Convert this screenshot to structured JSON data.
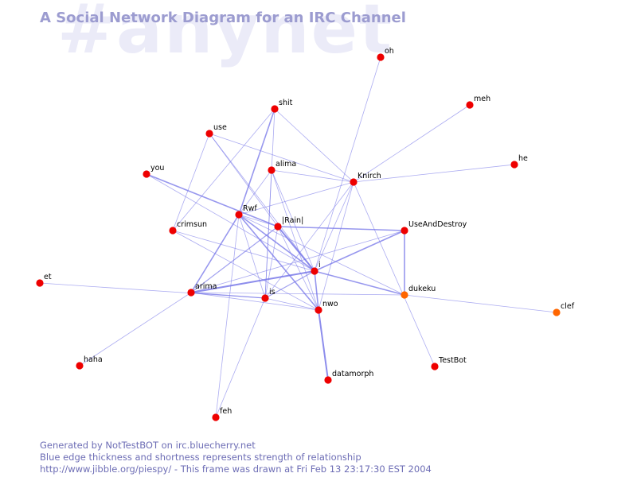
{
  "watermark": "#anynet",
  "title": "A Social Network Diagram for an IRC Channel",
  "footer": {
    "line1": "Generated by NotTestBOT on irc.bluecherry.net",
    "line2": "Blue edge thickness and shortness represents strength of relationship",
    "line3": "http://www.jibble.org/piespy/ - This frame was drawn at Fri Feb 13 23:17:30 EST 2004"
  },
  "colors": {
    "edge": "#7474e8",
    "node_red": "#ee0000",
    "node_orange": "#ff6600",
    "title": "#9c9cd0",
    "watermark": "#ebebf8",
    "footer": "#6d6db5"
  },
  "nodes": [
    {
      "id": "oh",
      "label": "oh",
      "color": "red"
    },
    {
      "id": "meh",
      "label": "meh",
      "color": "red"
    },
    {
      "id": "shit",
      "label": "shit",
      "color": "red"
    },
    {
      "id": "use",
      "label": "use",
      "color": "red"
    },
    {
      "id": "he",
      "label": "he",
      "color": "red"
    },
    {
      "id": "alima",
      "label": "alima",
      "color": "red"
    },
    {
      "id": "you",
      "label": "you",
      "color": "red"
    },
    {
      "id": "knirch",
      "label": "Knirch",
      "color": "red"
    },
    {
      "id": "rwf",
      "label": "Rwf",
      "color": "red"
    },
    {
      "id": "rain",
      "label": "|Rain|",
      "color": "red"
    },
    {
      "id": "crimsun",
      "label": "crimsun",
      "color": "red"
    },
    {
      "id": "useanddestroy",
      "label": "UseAndDestroy",
      "color": "red"
    },
    {
      "id": "i",
      "label": "i",
      "color": "red"
    },
    {
      "id": "et",
      "label": "et",
      "color": "red"
    },
    {
      "id": "arima",
      "label": "arima",
      "color": "red"
    },
    {
      "id": "is",
      "label": "is",
      "color": "red"
    },
    {
      "id": "dukeku",
      "label": "dukeku",
      "color": "orange"
    },
    {
      "id": "nwo",
      "label": "nwo",
      "color": "red"
    },
    {
      "id": "clef",
      "label": "clef",
      "color": "orange"
    },
    {
      "id": "haha",
      "label": "haha",
      "color": "red"
    },
    {
      "id": "testbot",
      "label": "TestBot",
      "color": "red"
    },
    {
      "id": "datamorph",
      "label": "datamorph",
      "color": "red"
    },
    {
      "id": "feh",
      "label": "feh",
      "color": "red"
    }
  ],
  "edges": [
    {
      "source": "oh",
      "target": "i",
      "strength": 1
    },
    {
      "source": "meh",
      "target": "knirch",
      "strength": 1
    },
    {
      "source": "he",
      "target": "knirch",
      "strength": 1
    },
    {
      "source": "shit",
      "target": "knirch",
      "strength": 1
    },
    {
      "source": "shit",
      "target": "rwf",
      "strength": 2
    },
    {
      "source": "shit",
      "target": "crimsun",
      "strength": 1
    },
    {
      "source": "shit",
      "target": "is",
      "strength": 1
    },
    {
      "source": "use",
      "target": "knirch",
      "strength": 1
    },
    {
      "source": "use",
      "target": "rain",
      "strength": 1
    },
    {
      "source": "use",
      "target": "i",
      "strength": 1
    },
    {
      "source": "use",
      "target": "crimsun",
      "strength": 1
    },
    {
      "source": "alima",
      "target": "knirch",
      "strength": 1
    },
    {
      "source": "alima",
      "target": "rwf",
      "strength": 1
    },
    {
      "source": "alima",
      "target": "i",
      "strength": 1
    },
    {
      "source": "alima",
      "target": "is",
      "strength": 1
    },
    {
      "source": "alima",
      "target": "nwo",
      "strength": 1
    },
    {
      "source": "you",
      "target": "rain",
      "strength": 2
    },
    {
      "source": "you",
      "target": "i",
      "strength": 1
    },
    {
      "source": "knirch",
      "target": "rwf",
      "strength": 1
    },
    {
      "source": "knirch",
      "target": "i",
      "strength": 1
    },
    {
      "source": "knirch",
      "target": "nwo",
      "strength": 1
    },
    {
      "source": "knirch",
      "target": "is",
      "strength": 1
    },
    {
      "source": "knirch",
      "target": "testbot",
      "strength": 1
    },
    {
      "source": "rwf",
      "target": "rain",
      "strength": 1
    },
    {
      "source": "rwf",
      "target": "i",
      "strength": 2
    },
    {
      "source": "rwf",
      "target": "arima",
      "strength": 2
    },
    {
      "source": "rwf",
      "target": "is",
      "strength": 1
    },
    {
      "source": "rwf",
      "target": "nwo",
      "strength": 2
    },
    {
      "source": "rwf",
      "target": "dukeku",
      "strength": 1
    },
    {
      "source": "rwf",
      "target": "feh",
      "strength": 1
    },
    {
      "source": "rain",
      "target": "i",
      "strength": 2.5
    },
    {
      "source": "rain",
      "target": "useanddestroy",
      "strength": 2
    },
    {
      "source": "rain",
      "target": "arima",
      "strength": 1.5
    },
    {
      "source": "rain",
      "target": "is",
      "strength": 1
    },
    {
      "source": "rain",
      "target": "nwo",
      "strength": 1
    },
    {
      "source": "crimsun",
      "target": "i",
      "strength": 1
    },
    {
      "source": "crimsun",
      "target": "nwo",
      "strength": 1
    },
    {
      "source": "useanddestroy",
      "target": "i",
      "strength": 2
    },
    {
      "source": "useanddestroy",
      "target": "dukeku",
      "strength": 2
    },
    {
      "source": "useanddestroy",
      "target": "arima",
      "strength": 1
    },
    {
      "source": "i",
      "target": "arima",
      "strength": 2.5
    },
    {
      "source": "i",
      "target": "dukeku",
      "strength": 2
    },
    {
      "source": "i",
      "target": "is",
      "strength": 1.5
    },
    {
      "source": "i",
      "target": "nwo",
      "strength": 2
    },
    {
      "source": "et",
      "target": "is",
      "strength": 1
    },
    {
      "source": "arima",
      "target": "is",
      "strength": 1.5
    },
    {
      "source": "arima",
      "target": "nwo",
      "strength": 1
    },
    {
      "source": "arima",
      "target": "dukeku",
      "strength": 1
    },
    {
      "source": "arima",
      "target": "haha",
      "strength": 1
    },
    {
      "source": "is",
      "target": "nwo",
      "strength": 1
    },
    {
      "source": "is",
      "target": "feh",
      "strength": 1
    },
    {
      "source": "dukeku",
      "target": "clef",
      "strength": 1
    },
    {
      "source": "nwo",
      "target": "datamorph",
      "strength": 2.5
    }
  ]
}
